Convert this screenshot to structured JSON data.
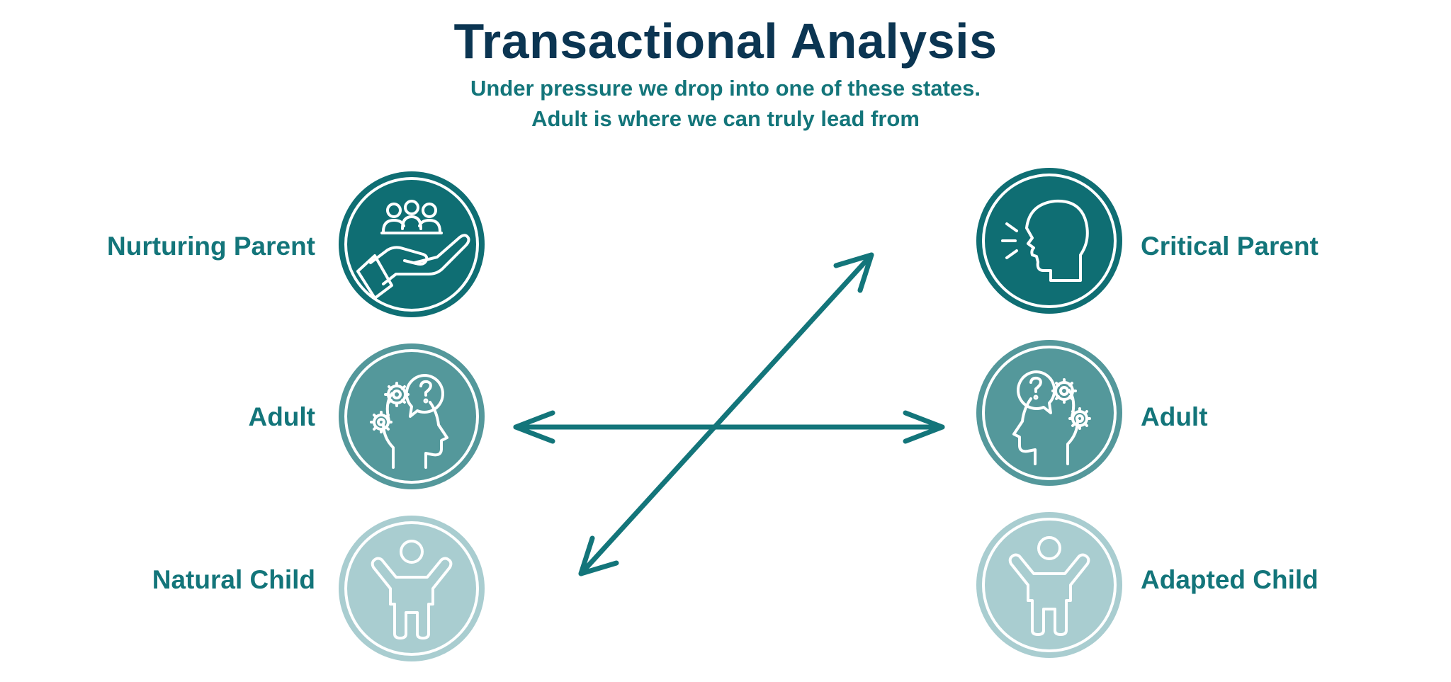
{
  "title": "Transactional Analysis",
  "subtitle_line1": "Under pressure we drop into one of these states.",
  "subtitle_line2": "Adult is where we can truly lead from",
  "colors": {
    "title": "#0b3552",
    "accent": "#13757a",
    "parent_fill": "#0f6e73",
    "adult_fill": "#54989b",
    "child_fill": "#a9cdd0",
    "arrow": "#13757a"
  },
  "left": {
    "parent": {
      "label": "Nurturing Parent",
      "icon": "hand-holding-people-icon"
    },
    "adult": {
      "label": "Adult",
      "icon": "thinking-head-icon"
    },
    "child": {
      "label": "Natural Child",
      "icon": "child-arms-up-icon"
    }
  },
  "right": {
    "parent": {
      "label": "Critical Parent",
      "icon": "speaking-head-icon"
    },
    "adult": {
      "label": "Adult",
      "icon": "thinking-head-icon"
    },
    "child": {
      "label": "Adapted Child",
      "icon": "child-arms-up-icon"
    }
  }
}
